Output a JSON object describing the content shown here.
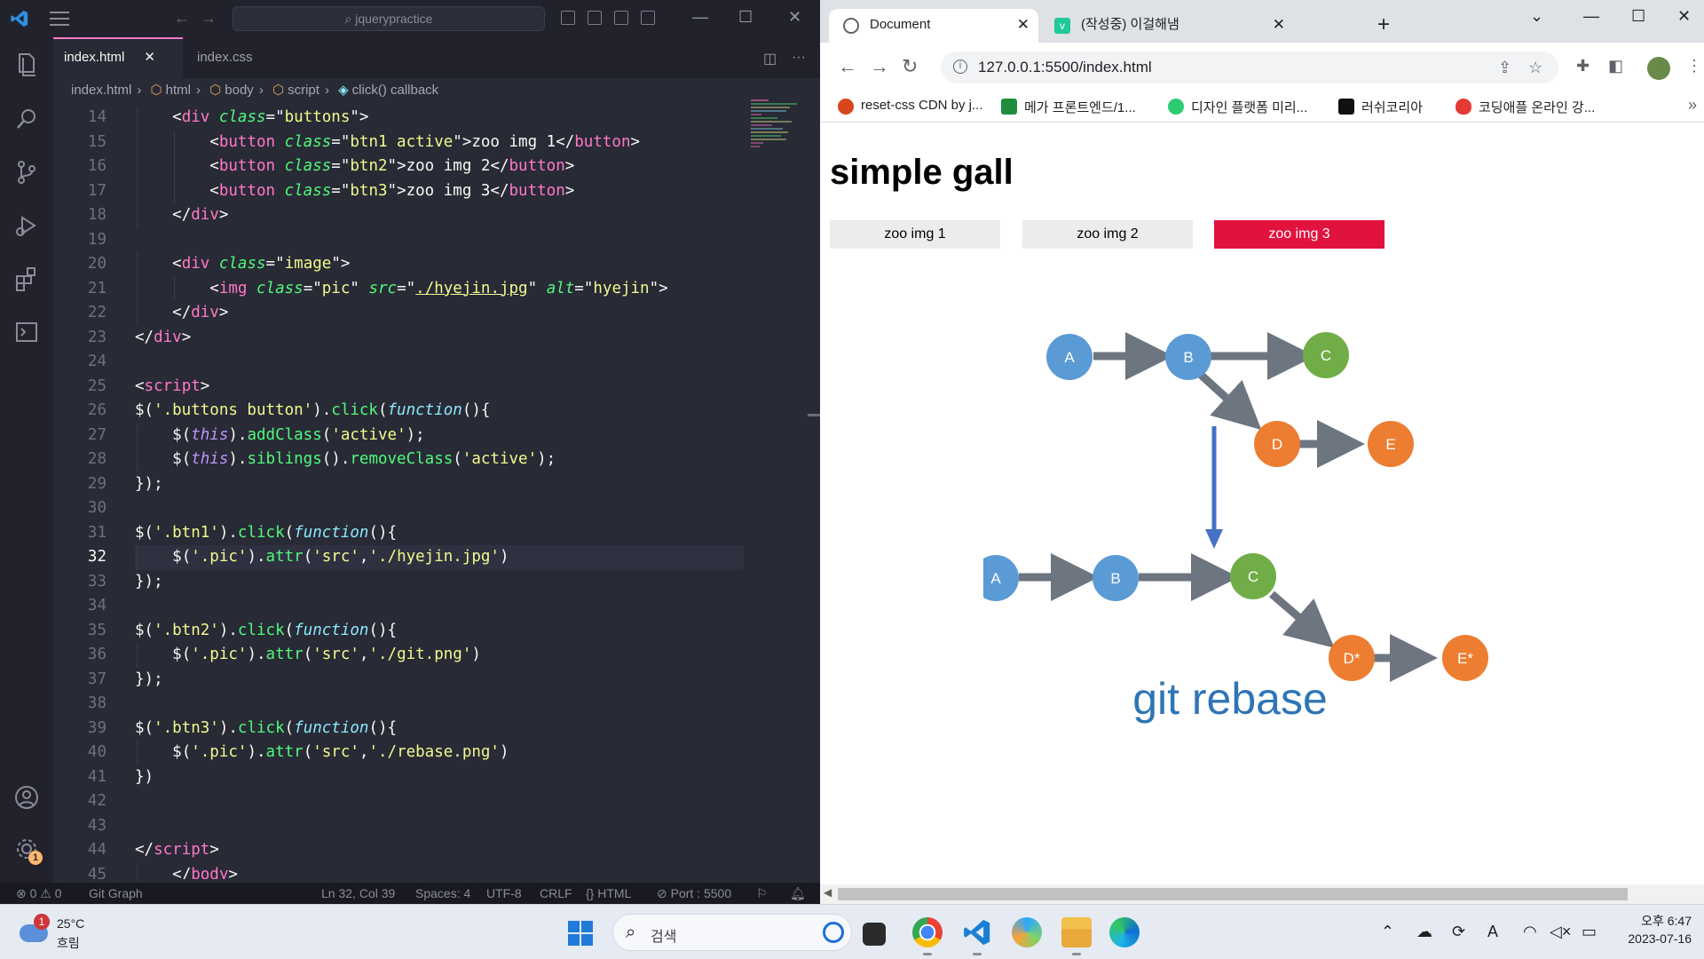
{
  "vscode": {
    "search_text": "jquerypractice",
    "tabs": [
      {
        "label": "index.html",
        "close": "✕"
      },
      {
        "label": "index.css"
      }
    ],
    "breadcrumb": [
      "index.html",
      "html",
      "body",
      "script",
      "click() callback"
    ],
    "settings_badge": "1",
    "status": {
      "errors": "0",
      "warnings": "0",
      "git_graph": "Git Graph",
      "position": "Ln 32, Col 39",
      "spaces": "Spaces: 4",
      "encoding": "UTF-8",
      "eol": "CRLF",
      "language": "HTML",
      "port": "Port : 5500"
    },
    "current_line": 32
  },
  "code_lines": [
    {
      "n": "14",
      "ind": 1,
      "tokens": [
        [
          "t-pun",
          "<"
        ],
        [
          "t-tag",
          "div"
        ],
        [
          "t-def",
          " "
        ],
        [
          "t-attr",
          "class"
        ],
        [
          "t-pun",
          "=\""
        ],
        [
          "t-str",
          "buttons"
        ],
        [
          "t-pun",
          "\">"
        ]
      ]
    },
    {
      "n": "15",
      "ind": 2,
      "tokens": [
        [
          "t-pun",
          "<"
        ],
        [
          "t-tag",
          "button"
        ],
        [
          "t-def",
          " "
        ],
        [
          "t-attr",
          "class"
        ],
        [
          "t-pun",
          "=\""
        ],
        [
          "t-str",
          "btn1 active"
        ],
        [
          "t-pun",
          "\">"
        ],
        [
          "t-def",
          "zoo img 1"
        ],
        [
          "t-pun",
          "</"
        ],
        [
          "t-tag",
          "button"
        ],
        [
          "t-pun",
          ">"
        ]
      ]
    },
    {
      "n": "16",
      "ind": 2,
      "tokens": [
        [
          "t-pun",
          "<"
        ],
        [
          "t-tag",
          "button"
        ],
        [
          "t-def",
          " "
        ],
        [
          "t-attr",
          "class"
        ],
        [
          "t-pun",
          "=\""
        ],
        [
          "t-str",
          "btn2"
        ],
        [
          "t-pun",
          "\">"
        ],
        [
          "t-def",
          "zoo img 2"
        ],
        [
          "t-pun",
          "</"
        ],
        [
          "t-tag",
          "button"
        ],
        [
          "t-pun",
          ">"
        ]
      ]
    },
    {
      "n": "17",
      "ind": 2,
      "tokens": [
        [
          "t-pun",
          "<"
        ],
        [
          "t-tag",
          "button"
        ],
        [
          "t-def",
          " "
        ],
        [
          "t-attr",
          "class"
        ],
        [
          "t-pun",
          "=\""
        ],
        [
          "t-str",
          "btn3"
        ],
        [
          "t-pun",
          "\">"
        ],
        [
          "t-def",
          "zoo img 3"
        ],
        [
          "t-pun",
          "</"
        ],
        [
          "t-tag",
          "button"
        ],
        [
          "t-pun",
          ">"
        ]
      ]
    },
    {
      "n": "18",
      "ind": 1,
      "tokens": [
        [
          "t-pun",
          "</"
        ],
        [
          "t-tag",
          "div"
        ],
        [
          "t-pun",
          ">"
        ]
      ]
    },
    {
      "n": "19",
      "ind": 0,
      "tokens": []
    },
    {
      "n": "20",
      "ind": 1,
      "tokens": [
        [
          "t-pun",
          "<"
        ],
        [
          "t-tag",
          "div"
        ],
        [
          "t-def",
          " "
        ],
        [
          "t-attr",
          "class"
        ],
        [
          "t-pun",
          "=\""
        ],
        [
          "t-str",
          "image"
        ],
        [
          "t-pun",
          "\">"
        ]
      ]
    },
    {
      "n": "21",
      "ind": 2,
      "tokens": [
        [
          "t-pun",
          "<"
        ],
        [
          "t-tag",
          "img"
        ],
        [
          "t-def",
          " "
        ],
        [
          "t-attr",
          "class"
        ],
        [
          "t-pun",
          "=\""
        ],
        [
          "t-str",
          "pic"
        ],
        [
          "t-pun",
          "\""
        ],
        [
          "t-def",
          " "
        ],
        [
          "t-attr",
          "src"
        ],
        [
          "t-pun",
          "=\""
        ],
        [
          "t-str t-under",
          "./hyejin.jpg"
        ],
        [
          "t-pun",
          "\""
        ],
        [
          "t-def",
          " "
        ],
        [
          "t-attr",
          "alt"
        ],
        [
          "t-pun",
          "=\""
        ],
        [
          "t-str",
          "hyejin"
        ],
        [
          "t-pun",
          "\">"
        ]
      ]
    },
    {
      "n": "22",
      "ind": 1,
      "tokens": [
        [
          "t-pun",
          "</"
        ],
        [
          "t-tag",
          "div"
        ],
        [
          "t-pun",
          ">"
        ]
      ]
    },
    {
      "n": "23",
      "ind": 0,
      "tokens": [
        [
          "t-pun",
          "</"
        ],
        [
          "t-tag",
          "div"
        ],
        [
          "t-pun",
          ">"
        ]
      ]
    },
    {
      "n": "24",
      "ind": 0,
      "tokens": []
    },
    {
      "n": "25",
      "ind": 0,
      "tokens": [
        [
          "t-pun",
          "<"
        ],
        [
          "t-tag",
          "script"
        ],
        [
          "t-pun",
          ">"
        ]
      ]
    },
    {
      "n": "26",
      "ind": 0,
      "tokens": [
        [
          "t-def",
          "$("
        ],
        [
          "t-str",
          "'.buttons button'"
        ],
        [
          "t-def",
          ")."
        ],
        [
          "t-fn",
          "click"
        ],
        [
          "t-def",
          "("
        ],
        [
          "t-kw",
          "function"
        ],
        [
          "t-def",
          "(){"
        ]
      ]
    },
    {
      "n": "27",
      "ind": 1,
      "tokens": [
        [
          "t-def",
          "$("
        ],
        [
          "t-this",
          "this"
        ],
        [
          "t-def",
          ")."
        ],
        [
          "t-fn",
          "addClass"
        ],
        [
          "t-def",
          "("
        ],
        [
          "t-str",
          "'active'"
        ],
        [
          "t-def",
          ");"
        ]
      ]
    },
    {
      "n": "28",
      "ind": 1,
      "tokens": [
        [
          "t-def",
          "$("
        ],
        [
          "t-this",
          "this"
        ],
        [
          "t-def",
          ")."
        ],
        [
          "t-fn",
          "siblings"
        ],
        [
          "t-def",
          "()."
        ],
        [
          "t-fn",
          "removeClass"
        ],
        [
          "t-def",
          "("
        ],
        [
          "t-str",
          "'active'"
        ],
        [
          "t-def",
          ");"
        ]
      ]
    },
    {
      "n": "29",
      "ind": 0,
      "tokens": [
        [
          "t-def",
          "});"
        ]
      ]
    },
    {
      "n": "30",
      "ind": 0,
      "tokens": []
    },
    {
      "n": "31",
      "ind": 0,
      "tokens": [
        [
          "t-def",
          "$("
        ],
        [
          "t-str",
          "'.btn1'"
        ],
        [
          "t-def",
          ")."
        ],
        [
          "t-fn",
          "click"
        ],
        [
          "t-def",
          "("
        ],
        [
          "t-kw",
          "function"
        ],
        [
          "t-def",
          "(){"
        ]
      ]
    },
    {
      "n": "32",
      "ind": 1,
      "tokens": [
        [
          "t-def",
          "$("
        ],
        [
          "t-str",
          "'.pic'"
        ],
        [
          "t-def",
          ")."
        ],
        [
          "t-fn",
          "attr"
        ],
        [
          "t-def",
          "("
        ],
        [
          "t-str",
          "'src'"
        ],
        [
          "t-def",
          ","
        ],
        [
          "t-str",
          "'./hyejin.jpg'"
        ],
        [
          "t-def",
          ")"
        ]
      ]
    },
    {
      "n": "33",
      "ind": 0,
      "tokens": [
        [
          "t-def",
          "});"
        ]
      ]
    },
    {
      "n": "34",
      "ind": 0,
      "tokens": []
    },
    {
      "n": "35",
      "ind": 0,
      "tokens": [
        [
          "t-def",
          "$("
        ],
        [
          "t-str",
          "'.btn2'"
        ],
        [
          "t-def",
          ")."
        ],
        [
          "t-fn",
          "click"
        ],
        [
          "t-def",
          "("
        ],
        [
          "t-kw",
          "function"
        ],
        [
          "t-def",
          "(){"
        ]
      ]
    },
    {
      "n": "36",
      "ind": 1,
      "tokens": [
        [
          "t-def",
          "$("
        ],
        [
          "t-str",
          "'.pic'"
        ],
        [
          "t-def",
          ")."
        ],
        [
          "t-fn",
          "attr"
        ],
        [
          "t-def",
          "("
        ],
        [
          "t-str",
          "'src'"
        ],
        [
          "t-def",
          ","
        ],
        [
          "t-str",
          "'./git.png'"
        ],
        [
          "t-def",
          ")"
        ]
      ]
    },
    {
      "n": "37",
      "ind": 0,
      "tokens": [
        [
          "t-def",
          "});"
        ]
      ]
    },
    {
      "n": "38",
      "ind": 0,
      "tokens": []
    },
    {
      "n": "39",
      "ind": 0,
      "tokens": [
        [
          "t-def",
          "$("
        ],
        [
          "t-str",
          "'.btn3'"
        ],
        [
          "t-def",
          ")."
        ],
        [
          "t-fn",
          "click"
        ],
        [
          "t-def",
          "("
        ],
        [
          "t-kw",
          "function"
        ],
        [
          "t-def",
          "(){"
        ]
      ]
    },
    {
      "n": "40",
      "ind": 1,
      "tokens": [
        [
          "t-def",
          "$("
        ],
        [
          "t-str",
          "'.pic'"
        ],
        [
          "t-def",
          ")."
        ],
        [
          "t-fn",
          "attr"
        ],
        [
          "t-def",
          "("
        ],
        [
          "t-str",
          "'src'"
        ],
        [
          "t-def",
          ","
        ],
        [
          "t-str",
          "'./rebase.png'"
        ],
        [
          "t-def",
          ")"
        ]
      ]
    },
    {
      "n": "41",
      "ind": 0,
      "tokens": [
        [
          "t-def",
          "})"
        ]
      ]
    },
    {
      "n": "42",
      "ind": 0,
      "tokens": []
    },
    {
      "n": "43",
      "ind": 0,
      "tokens": []
    },
    {
      "n": "44",
      "ind": 0,
      "tokens": [
        [
          "t-pun",
          "</"
        ],
        [
          "t-tag",
          "script"
        ],
        [
          "t-pun",
          ">"
        ]
      ]
    },
    {
      "n": "45",
      "ind": 1,
      "tokens": [
        [
          "t-pun",
          "</"
        ],
        [
          "t-tag",
          "body"
        ],
        [
          "t-pun",
          ">"
        ]
      ]
    }
  ],
  "chrome": {
    "tabs": [
      {
        "title": "Document",
        "close": "✕"
      },
      {
        "title": "(작성중) 이걸해냄",
        "close": "✕"
      }
    ],
    "new_tab": "+",
    "url": "127.0.0.1:5500/index.html",
    "bookmarks": [
      "reset-css CDN by j...",
      "메가 프론트엔드/1...",
      "디자인 플랫폼 미리...",
      "러쉬코리아",
      "코딩애플 온라인 강..."
    ],
    "bookmarks_more": "»"
  },
  "page": {
    "title": "simple gall",
    "buttons": [
      "zoo img 1",
      "zoo img 2",
      "zoo img 3"
    ],
    "active_button": 2,
    "image": {
      "top_nodes": [
        "A",
        "B",
        "C",
        "D",
        "E"
      ],
      "bottom_nodes": [
        "A",
        "B",
        "C",
        "D*",
        "E*"
      ],
      "caption": "git rebase",
      "colors": {
        "blue": "#5b9bd5",
        "green": "#70ad47",
        "orange": "#ed7d31",
        "arrow": "#6d7580",
        "down_arrow": "#4472c4",
        "caption": "#2e75b6"
      }
    }
  },
  "taskbar": {
    "weather_temp": "25°C",
    "weather_cond": "흐림",
    "weather_badge": "1",
    "search_placeholder": "검색",
    "time": "오후 6:47",
    "date": "2023-07-16"
  }
}
